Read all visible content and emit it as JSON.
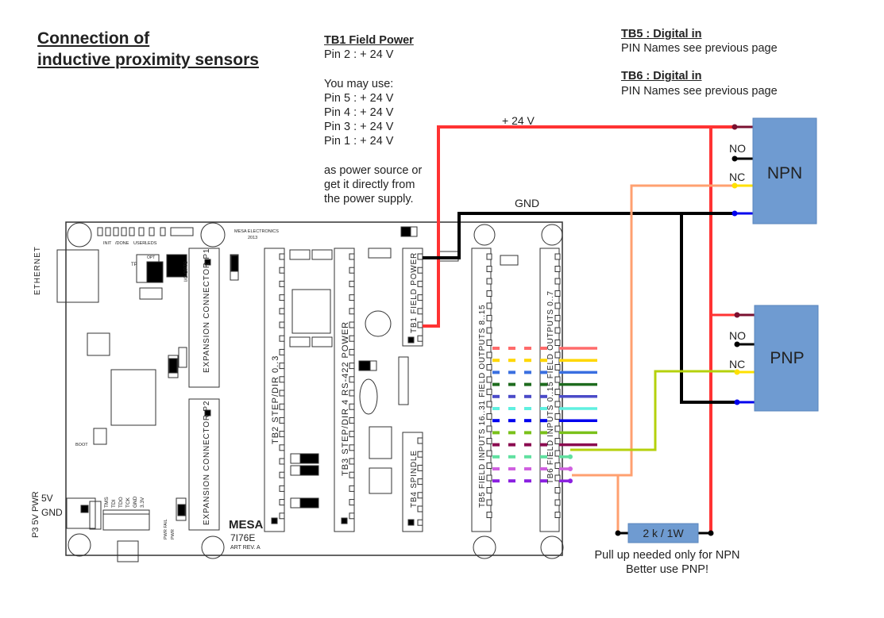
{
  "title": {
    "line1": "Connection of",
    "line2": "inductive proximity sensors"
  },
  "tb1_note": {
    "heading": "TB1 Field Power",
    "lines": [
      "Pin 2 : + 24 V",
      "",
      "You may use:",
      "Pin 5 : + 24 V",
      "Pin 4 : + 24 V",
      "Pin 3 : + 24 V",
      "Pin 1 : + 24 V",
      "",
      "as power source or",
      "get it directly from",
      "the power supply."
    ]
  },
  "tb5_note": {
    "heading": "TB5 : Digital in",
    "text": "PIN Names see previous page"
  },
  "tb6_note": {
    "heading": "TB6 : Digital in",
    "text": "PIN Names see previous page"
  },
  "wires": {
    "plus24_label": "+ 24 V",
    "gnd_label": "GND",
    "colors": {
      "plus24": "#ff3333",
      "gnd": "#000000",
      "npn_nc": "#ffa070",
      "pnp_nc": "#b5d10c",
      "sensor_power": "#7a1030",
      "sensor_nc": "#ffe000",
      "sensor_gnd": "#0000ee"
    }
  },
  "sensors": {
    "npn": {
      "label": "NPN",
      "no_label": "NO",
      "nc_label": "NC",
      "color": "#6f9bd1"
    },
    "pnp": {
      "label": "PNP",
      "no_label": "NO",
      "nc_label": "NC",
      "color": "#6f9bd1"
    }
  },
  "resistor": {
    "label": "2 k / 1W",
    "caption_line1": "Pull up needed only for NPN",
    "caption_line2": "Better use PNP!"
  },
  "board": {
    "maker": "MESA ELECTRONICS",
    "year": "2013",
    "logo": "MESA",
    "model": "7I76E",
    "revision": "ART REV. A",
    "ethernet_label": "ETHERNET",
    "power_connector_label": "P3 5V PWR",
    "power_pins": [
      "5V",
      "GND"
    ],
    "jtag_pins": [
      "TMS",
      "TDI",
      "TDO",
      "TCK",
      "GND",
      "3.3V"
    ],
    "led_labels": [
      "INIT",
      "/DONE",
      "USER",
      "LEDS"
    ],
    "io_opts_label": "I/O OPTS",
    "pwr_fail_label": "PWR FAIL",
    "pwr_label": "PWR",
    "boot_label": "BOOT",
    "tp_label": "TP",
    "opt_label": "OPT",
    "connectors": {
      "exp_p1": "EXPANSION CONNECTOR P1",
      "exp_p2": "EXPANSION CONNECTOR P2",
      "tb2": "TB2 STEP/DIR 0..3",
      "tb3": "TB3 STEP/DIR 4 RS-422 POWER",
      "tb1": "TB1 FIELD POWER",
      "tb4": "TB4 SPINDLE",
      "tb5": "TB5 FIELD INPUTS 16..31 FIELD OUTPUTS 8..15",
      "tb6": "TB6 FIELD INPUTS 0..15 FIELD OUTPUTS 0..7"
    },
    "tb6_wire_colors": [
      "#ff6b6b",
      "#ffd700",
      "#3a6fe0",
      "#1e6b1e",
      "#4b4bc8",
      "#5ff0e0",
      "#0000ee",
      "#7ac11a",
      "#8b0a50",
      "#60e0a0",
      "#d060e0",
      "#8a20e0"
    ]
  }
}
